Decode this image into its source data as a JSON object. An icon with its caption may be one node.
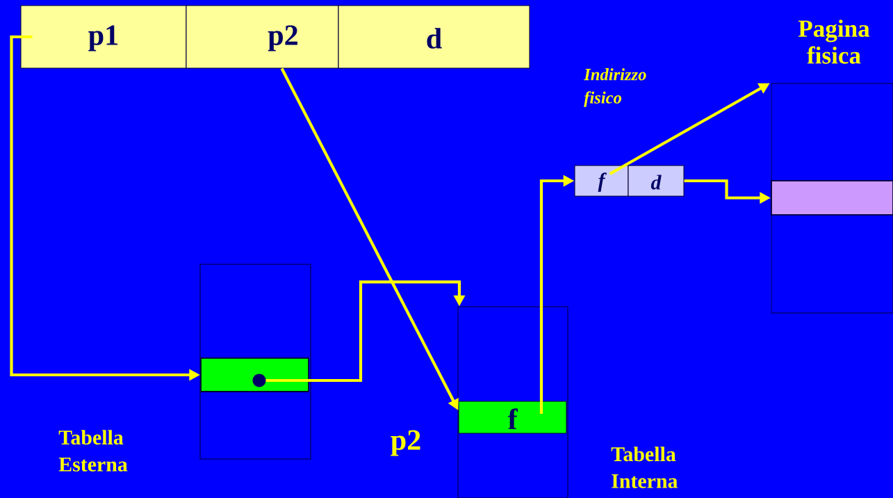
{
  "diagram": {
    "nodes": [
      {
        "text": [
          "p1"
        ]
      },
      {
        "text": [
          "p2"
        ]
      },
      {
        "text": [
          "d"
        ]
      },
      {
        "text": [],
        "shape": "box",
        "beside": [
          "Tabella Esterna"
        ]
      },
      {
        "text": [],
        "shape": "bar",
        "in": 3
      },
      {
        "text": [],
        "shape": "box",
        "beside": [
          "Tabella Interna"
        ]
      },
      {
        "text": [
          "f"
        ],
        "in": 5,
        "beside": [
          "p2"
        ]
      },
      {
        "text": [
          "f"
        ]
      },
      {
        "text": [
          "d"
        ]
      },
      {
        "text": [
          "Pagina fisica"
        ]
      },
      {
        "text": [],
        "shape": "bar",
        "in": 9
      }
    ],
    "edges": [
      {
        "from": 0,
        "to": 4,
        "arrow": "to"
      },
      {
        "from": 1,
        "to": 6,
        "arrow": "to"
      },
      {
        "from": 4,
        "to": 5,
        "arrow": "to"
      },
      {
        "from": 6,
        "to": 7,
        "arrow": "to"
      },
      {
        "from": 7,
        "to": 9,
        "arrow": "to"
      },
      {
        "from": 8,
        "to": 10,
        "arrow": "to"
      }
    ],
    "labels": [
      "Indirizzo fisico"
    ]
  }
}
